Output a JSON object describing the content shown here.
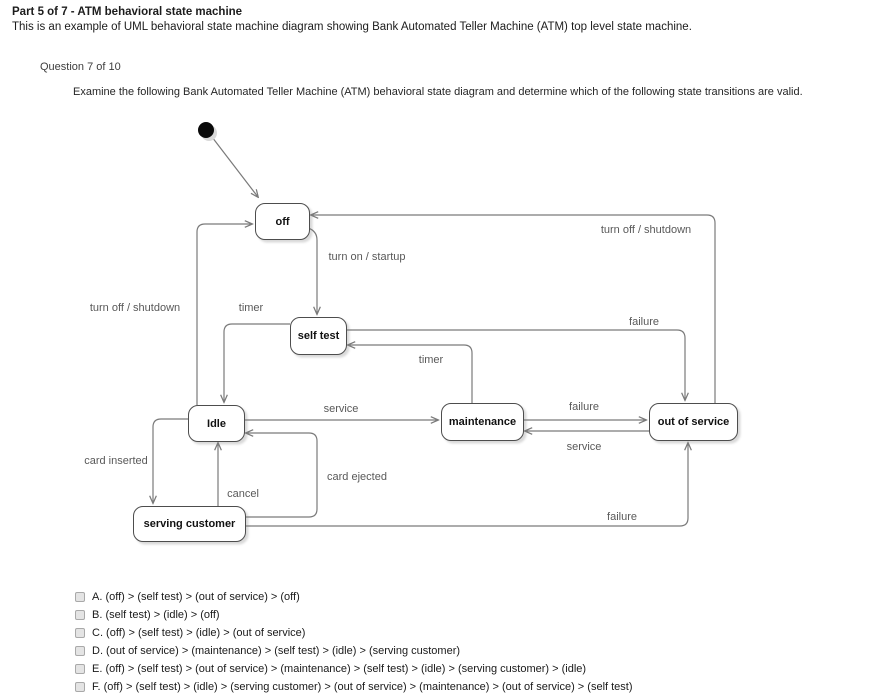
{
  "header": {
    "part_title": "Part 5 of 7 - ATM behavioral state machine",
    "subtitle": "This is an example of UML behavioral state machine diagram showing Bank Automated Teller Machine (ATM) top level state machine.",
    "question_number": "Question 7 of 10",
    "instruction": "Examine the following Bank Automated Teller Machine (ATM) behavioral state diagram and determine which of the following state transitions are valid."
  },
  "diagram": {
    "type": "uml-behavioral-state-machine",
    "states": {
      "off": "off",
      "self_test": "self test",
      "idle": "Idle",
      "maintenance": "maintenance",
      "out_of_service": "out of service",
      "serving_customer": "serving customer"
    },
    "labels": {
      "turn_on": "turn on / startup",
      "turn_off_left": "turn off / shutdown",
      "turn_off_right": "turn off / shutdown",
      "timer_left": "timer",
      "timer_right": "timer",
      "service_left": "service",
      "service_right": "service",
      "failure_top": "failure",
      "failure_mid": "failure",
      "failure_bottom": "failure",
      "card_inserted": "card inserted",
      "card_ejected": "card ejected",
      "cancel": "cancel"
    },
    "transitions": [
      {
        "from": "initial",
        "to": "off",
        "label": ""
      },
      {
        "from": "off",
        "to": "self test",
        "label": "turn on / startup"
      },
      {
        "from": "Idle",
        "to": "off",
        "label": "turn off / shutdown"
      },
      {
        "from": "out of service",
        "to": "off",
        "label": "turn off / shutdown"
      },
      {
        "from": "self test",
        "to": "Idle",
        "label": "timer"
      },
      {
        "from": "maintenance",
        "to": "self test",
        "label": "timer"
      },
      {
        "from": "self test",
        "to": "out of service",
        "label": "failure"
      },
      {
        "from": "Idle",
        "to": "maintenance",
        "label": "service"
      },
      {
        "from": "maintenance",
        "to": "out of service",
        "label": "failure"
      },
      {
        "from": "out of service",
        "to": "maintenance",
        "label": "service"
      },
      {
        "from": "Idle",
        "to": "serving customer",
        "label": "card inserted"
      },
      {
        "from": "serving customer",
        "to": "Idle",
        "label": "cancel"
      },
      {
        "from": "serving customer",
        "to": "Idle",
        "label": "card ejected"
      },
      {
        "from": "serving customer",
        "to": "out of service",
        "label": "failure"
      }
    ],
    "colors": {
      "line": "#7a7a7a",
      "state_border": "#4d4d4d",
      "state_fill": "#ffffff",
      "label_text": "#595959"
    }
  },
  "options": [
    {
      "label": "A. (off) > (self test) > (out of service) > (off)"
    },
    {
      "label": "B. (self test) > (idle) > (off)"
    },
    {
      "label": "C. (off) > (self test) > (idle) > (out of service)"
    },
    {
      "label": "D. (out of service) > (maintenance) > (self test) > (idle) > (serving customer)"
    },
    {
      "label": "E. (off) > (self test) > (out of service) > (maintenance) > (self test) > (idle) > (serving customer) > (idle)"
    },
    {
      "label": "F. (off) > (self test) > (idle) > (serving customer) > (out of service) > (maintenance) > (out of service) > (self test)"
    }
  ]
}
